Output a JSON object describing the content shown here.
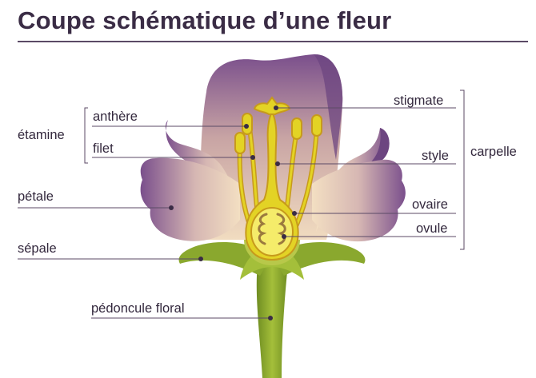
{
  "title": "Coupe schématique d’une fleur",
  "labels": {
    "antheres": "anthère",
    "filet": "filet",
    "etamine": "étamine",
    "petale": "pétale",
    "sepale": "sépale",
    "pedoncule": "pédoncule floral",
    "stigmate": "stigmate",
    "style": "style",
    "ovaire": "ovaire",
    "ovule": "ovule",
    "carpelle": "carpelle"
  },
  "colors": {
    "title": "#3a2c45",
    "petal_purple": "#7a4f8c",
    "petal_cream": "#f1d9b5",
    "stem_green": "#7c9a2a",
    "pistil_yellow": "#e3d325",
    "outline_orange": "#c79a1c",
    "leader_line": "#5b4a66"
  }
}
